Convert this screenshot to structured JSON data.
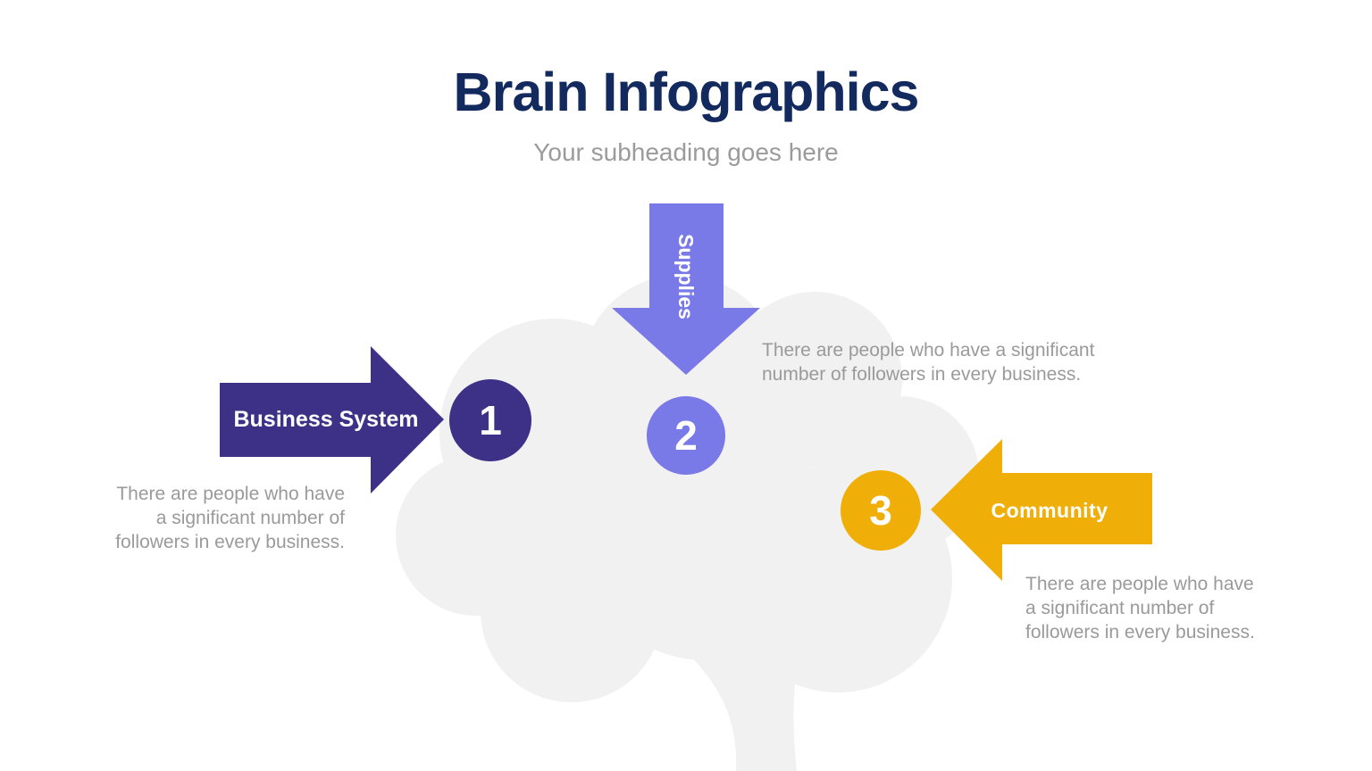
{
  "header": {
    "title": "Brain Infographics",
    "subtitle": "Your subheading goes here"
  },
  "colors": {
    "title_navy": "#132A5F",
    "subtitle_gray": "#9B9B9B",
    "body_text_gray": "#9A9A9A",
    "brain_gray": "#F1F1F1",
    "step1_purple": "#3C3187",
    "step2_periwinkle": "#7A79E8",
    "step3_yellow": "#EFAF08",
    "label_white": "#FFFFFF"
  },
  "steps": [
    {
      "number": "1",
      "label": "Business System",
      "arrow_direction": "right",
      "color": "#3C3187",
      "description_lines": [
        "There are people who have",
        "a significant number of",
        "followers in every business."
      ]
    },
    {
      "number": "2",
      "label": "Supplies",
      "arrow_direction": "down",
      "color": "#7A79E8",
      "description_lines": [
        "There are people who have a significant",
        "number of followers in every business."
      ]
    },
    {
      "number": "3",
      "label": "Community",
      "arrow_direction": "left",
      "color": "#EFAF08",
      "description_lines": [
        "There are people who have",
        "a significant number of",
        "followers in every business."
      ]
    }
  ]
}
